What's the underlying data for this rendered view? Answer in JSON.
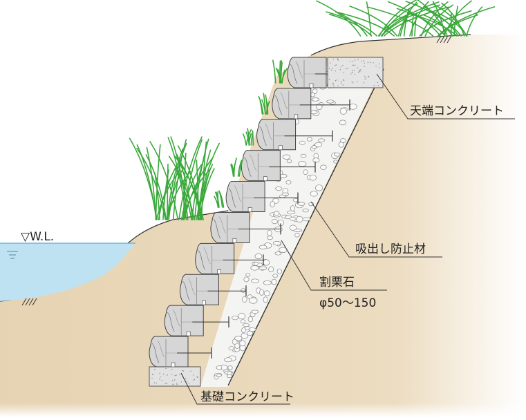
{
  "labels": {
    "water_level": "▽W.L.",
    "top_concrete": "天端コンクリート",
    "suction_prevention": "吸出し防止材",
    "crushed_stone": "割栗石",
    "crushed_stone_size": "φ50〜150",
    "foundation_concrete": "基礎コンクリート"
  },
  "colors": {
    "soil": "#ecdcc0",
    "water": "#bfe2f2",
    "block": "#d4d4d4",
    "block_face": "#bdbdbd",
    "concrete": "#e2e2e2",
    "grass": "#3aa83a",
    "line": "#333333"
  },
  "icons": {
    "grass": "grass-icon",
    "anchor": "anchor-rod-icon"
  }
}
